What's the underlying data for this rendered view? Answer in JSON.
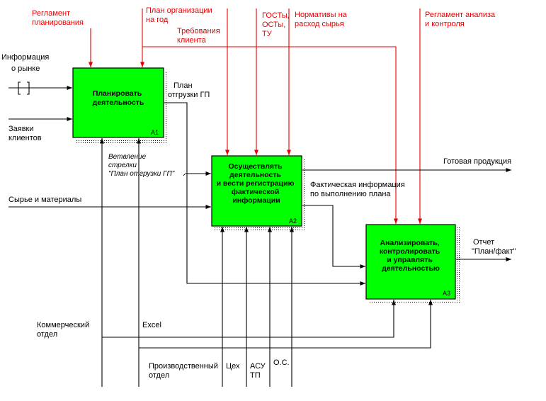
{
  "boxes": [
    {
      "id": "A1",
      "lines": [
        "Планировать",
        "деятельность"
      ],
      "color": "#00ff00"
    },
    {
      "id": "A2",
      "lines": [
        "Осуществлять",
        "деятельность",
        "и вести регистрацию",
        "фактической",
        "информации"
      ],
      "color": "#00ff00"
    },
    {
      "id": "A3",
      "lines": [
        "Анализировать,",
        "контролировать",
        "и управлять",
        "деятельностью"
      ],
      "color": "#00ff00"
    }
  ],
  "controls": {
    "reglament_planning": [
      "Регламент",
      "планирования"
    ],
    "plan_org": [
      "План организации",
      "на год"
    ],
    "client_req": [
      "Требования",
      "клиента"
    ],
    "gost": [
      "ГОСТы,",
      "ОСТы,",
      "ТУ"
    ],
    "norms": [
      "Нормативы на",
      "расход сырья"
    ],
    "reglament_analysis": [
      "Регламент анализа",
      "и контроля"
    ]
  },
  "inputs": {
    "market_info": [
      "Информация",
      "о рынке"
    ],
    "client_orders": [
      "Заявки",
      "клиентов"
    ],
    "raw_materials": "Сырье и материалы"
  },
  "arrows": {
    "shipment_plan": [
      "План",
      "отгрузки ГП"
    ],
    "branch_note": [
      "Ветвление",
      "стрелки",
      "\"План отгрузки ГП\""
    ],
    "fact_info": [
      "Фактическая информация",
      "по выполнению плана"
    ]
  },
  "outputs": {
    "finished_goods": "Готовая продукция",
    "report": [
      "Отчет",
      "\"План/факт\""
    ]
  },
  "mechanisms": {
    "commercial": [
      "Коммерческий",
      "отдел"
    ],
    "excel": "Excel",
    "production": [
      "Производственный",
      "отдел"
    ],
    "workshop": "Цех",
    "asu": [
      "АСУ",
      "ТП"
    ],
    "os": "О.С."
  },
  "colors": {
    "arrow": "#000000",
    "control_text": "#e60000",
    "control_line": "#e60000",
    "box": "#00ff00"
  }
}
